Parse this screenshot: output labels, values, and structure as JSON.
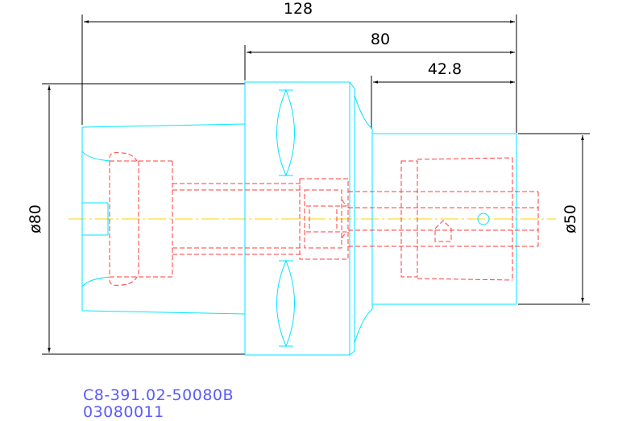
{
  "dimensions": {
    "overall_length": "128",
    "body_length": "80",
    "shank_length": "42.8",
    "flange_diameter": "ø80",
    "shank_diameter": "ø50"
  },
  "part": {
    "code": "C8-391.02-50080B",
    "serial": "03080011"
  },
  "colors": {
    "outline": "#00e5ff",
    "hidden": "#ff3b3b",
    "centerline": "#ffd000",
    "dimension": "#000000",
    "label": "#5a5aff"
  }
}
